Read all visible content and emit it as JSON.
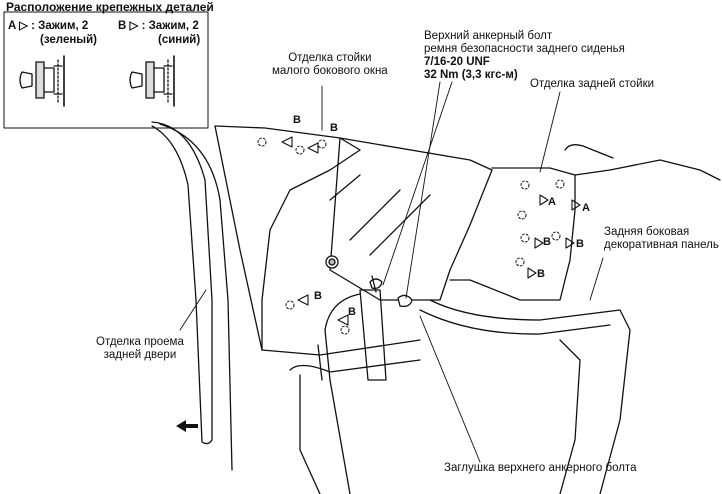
{
  "legend": {
    "title": "Расположение крепежных деталей",
    "a_letter": "A",
    "a_text": ": Зажим, 2",
    "a_color": "(зеленый)",
    "b_letter": "B",
    "b_text": ": Зажим, 2",
    "b_color": "(синий)"
  },
  "callouts": {
    "small_window_pillar_line1": "Отделка стойки",
    "small_window_pillar_line2": "малого бокового окна",
    "anchor_bolt_line1": "Верхний анкерный болт",
    "anchor_bolt_line2": "ремня безопасности заднего сиденья",
    "anchor_bolt_thread": "7/16-20 UNF",
    "anchor_bolt_torque": "32 Nm (3,3 кгс-м)",
    "rear_pillar": "Отделка задней стойки",
    "side_panel_line1": "Задняя боковая",
    "side_panel_line2": "декоративная панель",
    "door_opening_line1": "Отделка проема",
    "door_opening_line2": "задней двери",
    "bolt_cap": "Заглушка верхнего анкерного болта"
  },
  "markers": {
    "a": "A",
    "b": "B"
  }
}
